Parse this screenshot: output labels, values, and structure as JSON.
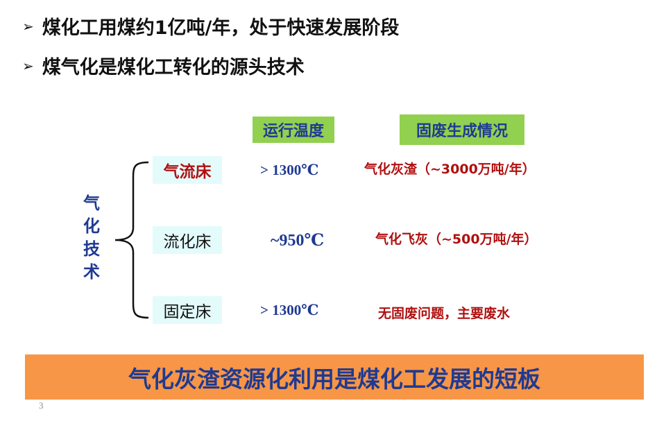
{
  "bullets": [
    {
      "marker": "➢",
      "text": "煤化工用煤约1亿吨/年，处于快速发展阶段"
    },
    {
      "marker": "➢",
      "text": "煤气化是煤化工转化的源头技术"
    }
  ],
  "headers": {
    "temperature": "运行温度",
    "solid_waste": "固废生成情况"
  },
  "category_label": [
    "气",
    "化",
    "技",
    "术"
  ],
  "rows": [
    {
      "tech": "气流床",
      "temp": "> 1300℃",
      "waste": "气化灰渣（~3000万吨/年）"
    },
    {
      "tech": "流化床",
      "temp": "~950℃",
      "waste": "气化飞灰（~500万吨/年）"
    },
    {
      "tech": "固定床",
      "temp": "> 1300℃",
      "waste": "无固废问题，主要废水"
    }
  ],
  "conclusion": "气化灰渣资源化利用是煤化工发展的短板",
  "page_number": "3",
  "colors": {
    "header_bg": "#92d050",
    "highlight_text": "#b01010",
    "navy_text": "#1f3a93",
    "conclusion_bg": "#f79646",
    "tech_box_bg": "#e4fbfb"
  }
}
